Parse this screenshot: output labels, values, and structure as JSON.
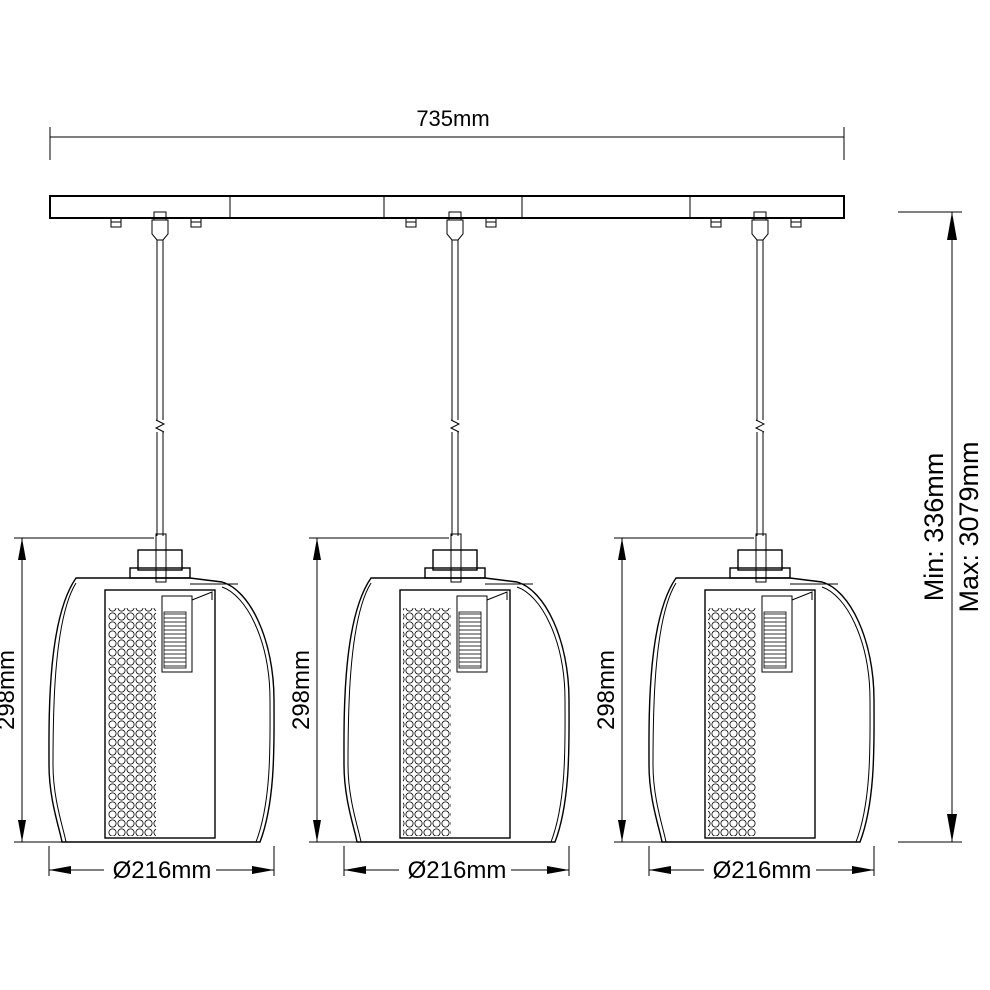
{
  "dimensions": {
    "width_label": "735mm",
    "height_min_label": "Min: 336mm",
    "height_max_label": "Max: 3079mm",
    "shade_height_label": "298mm",
    "shade_diameter_label": "Ø216mm"
  },
  "pendants": [
    {
      "shade_height": "298mm",
      "shade_diameter": "Ø216mm"
    },
    {
      "shade_height": "298mm",
      "shade_diameter": "Ø216mm"
    },
    {
      "shade_height": "298mm",
      "shade_diameter": "Ø216mm"
    }
  ]
}
